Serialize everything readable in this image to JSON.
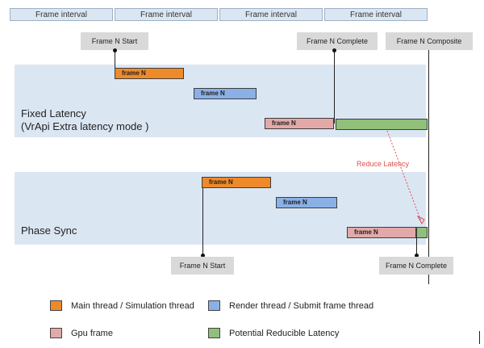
{
  "frame_intervals": [
    "Frame interval",
    "Frame interval",
    "Frame interval",
    "Frame interval"
  ],
  "markers": {
    "frame_n_start_top": "Frame N Start",
    "frame_n_complete_top": "Frame N Complete",
    "frame_n_composite": "Frame N Composite",
    "frame_n_start_bottom": "Frame N Start",
    "frame_n_complete_bottom": "Frame N Complete"
  },
  "sections": {
    "fixed_latency": {
      "title_line1": "Fixed Latency",
      "title_line2": "(VrApi Extra latency mode )",
      "main_bar": "frame N",
      "render_bar": "frame N",
      "gpu_bar": "frame N"
    },
    "phase_sync": {
      "title": "Phase Sync",
      "main_bar": "frame N",
      "render_bar": "frame N",
      "gpu_bar": "frame N"
    }
  },
  "annotation": "Reduce Latency",
  "legend": [
    {
      "label": "Main thread / Simulation thread",
      "color": "#ee8a2a"
    },
    {
      "label": "Render thread / Submit frame thread",
      "color": "#8ab0e6"
    },
    {
      "label": "Gpu frame",
      "color": "#e3a9a9"
    },
    {
      "label": "Potential Reducible  Latency",
      "color": "#90c07a"
    }
  ],
  "colors": {
    "band": "#dbe6f3",
    "annotation": "#e05050"
  }
}
